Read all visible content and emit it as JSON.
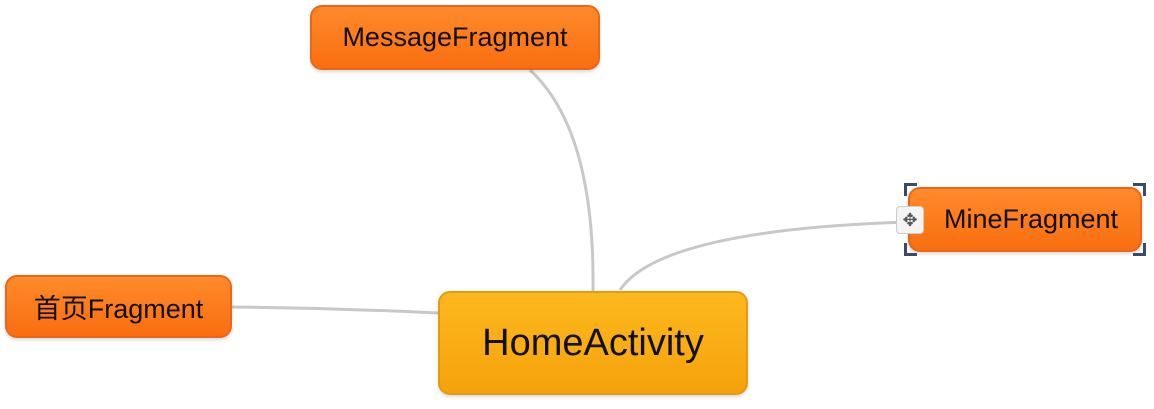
{
  "root": {
    "label": "HomeActivity"
  },
  "children": [
    {
      "label": "MessageFragment"
    },
    {
      "label": "MineFragment",
      "selected": true
    },
    {
      "label": "首页Fragment"
    }
  ],
  "colors": {
    "root": "#f5a20a",
    "child": "#f96e10",
    "link": "#c8c8c8"
  }
}
